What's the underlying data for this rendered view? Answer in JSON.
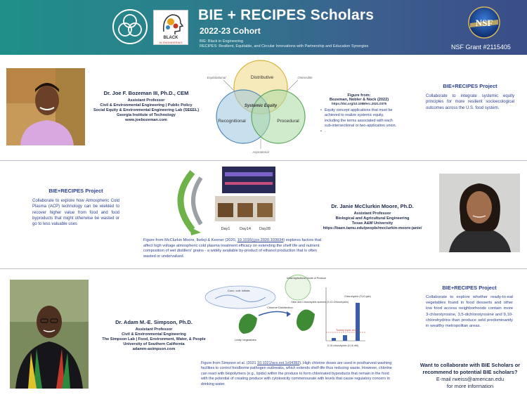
{
  "header": {
    "title": "BIE + RECIPES Scholars",
    "cohort": "2022-23 Cohort",
    "bie_line": "BIE: Black in Engineering",
    "recipes_line": "RECIPES: Resilient, Equitable, and Circular Innovations with Partnership and Education Synergies",
    "grant": "NSF Grant #2115405",
    "logo_black_text": "BLACK",
    "logo_black_sub": "IN ENGINEERING",
    "nsf_logo_text": "NSF"
  },
  "scholars": [
    {
      "name": "Dr. Joe F. Bozeman III, Ph.D., CEM",
      "lines": [
        "Assistant Professor",
        "Civil & Environmental Engineering | Public Policy",
        "Social Equity & Environmental Engineering Lab (SEEEL)",
        "Georgia Institute of Technology",
        "www.joebozeman.com"
      ],
      "project_title": "BIE+RECIPES Project",
      "project_text": "Collaborate to integrate systemic equity principles for more resilient socioecological outcomes across the U.S. food system."
    },
    {
      "name": "Dr. Janie McClurkin Moore, Ph.D.",
      "lines": [
        "Assistant Professor",
        "Biological and Agricultural Engineering",
        "Texas A&M University",
        "https://baen.tamu.edu/people/mcclurkin-moore-janie/"
      ],
      "project_title": "BIE+RECIPES Project",
      "project_text": "Collaborate to explore how Atmospheric Cold Plasma (ACP) technology can be wielded to recover higher value from food and food byproducts that might otherwise be wasted or go to less valuable uses"
    },
    {
      "name": "Dr. Adam M.-E. Simpson, Ph.D.",
      "lines": [
        "Assistant Professor",
        "Civil & Environmental Engineering",
        "The Simpson Lab | Food, Environment, Water, & People",
        "University of Southern California",
        "adamm-asimpson.com"
      ],
      "project_title": "BIE+RECIPES Project",
      "project_text": "Collaborate to explore whether ready-to-eat vegetables found in food desserts and other low food access neighborhoods contain more 3-chlorotyrosine, 3,5-dichlorotyrosine and 9,10-chlorohydrins than produce sold predominantly in wealthy metropolitan areas."
    }
  ],
  "figure1": {
    "head": "Figure from:",
    "authors": "Bozeman, Nobler & Nock (2022)",
    "doi": "https://doi.org/10.1088/erc.2021.0375",
    "bullets": [
      "Equity concept applications that must be achieved to realize systemic equity, including the terms associated with each sub-intersectional or two-application union.",
      "."
    ],
    "venn": {
      "distributive": "Distributive",
      "recognitional": "Recognitional",
      "procedural": "Procedural",
      "center": "Systemic Equity",
      "exploitational": "Exploitational",
      "ostensible": "Ostensible",
      "aspirational": "Aspirational"
    }
  },
  "figure2": {
    "caption_pre": "Figure from McClurkin Moore, Ikeleji & Keener (2020, ",
    "caption_link": "10.1016/j.jcs.2020.103034",
    "caption_post": ") explores factors that affect high voltage atmospheric cold plasma treatment efficacy on extending the shelf life and nutrient composition of wet distillers' grains - a widely available by-product of ethanol production that is often wasted or undervalued.",
    "days": [
      "Day1",
      "Day14",
      "Day28"
    ]
  },
  "figure3": {
    "caption_pre": "Figure from Simpson et al. (2021 ",
    "caption_link": "10.1021/acs.est.1c04382",
    "caption_post": "). High chlorine doses are used in postharvest washing facilities to control foodborne pathogen outbreaks, which extends shelf-life thus reducing waste. However, chlorine can react with biopolymers (e.g., lipids) within the produce to form chlorinated byproducts that remain in the food with the potential of creating produce with cytotoxicity commensurate with levels that cause regulatory concern in drinking water.",
    "labels": [
      "Conc. cult. Initials",
      "Chlorine Disinfection",
      "Leafy Vegetables",
      "Initial Agricultural Inside of Produce",
      "Oleic and Chlorohydrin Isomers (9,10-Chlorohydrin)",
      "Chlorohydrin (9,10 ppb)",
      "Toxicity equiv. level",
      "0.15 chlorohydrin (0.18 nM)"
    ]
  },
  "cta": {
    "question": "Want to collaborate with BIE Scholars or recommend to potential BIE scholars?",
    "email": "E-mail rweiss@american.edu",
    "more": "for more information"
  },
  "colors": {
    "header_start": "#1f8f89",
    "header_end": "#3a4d87",
    "project_blue": "#2a3f8f",
    "venn_yellow": "#f0dc8c",
    "venn_blue": "#9bc4de",
    "venn_green": "#a9d8a2"
  }
}
